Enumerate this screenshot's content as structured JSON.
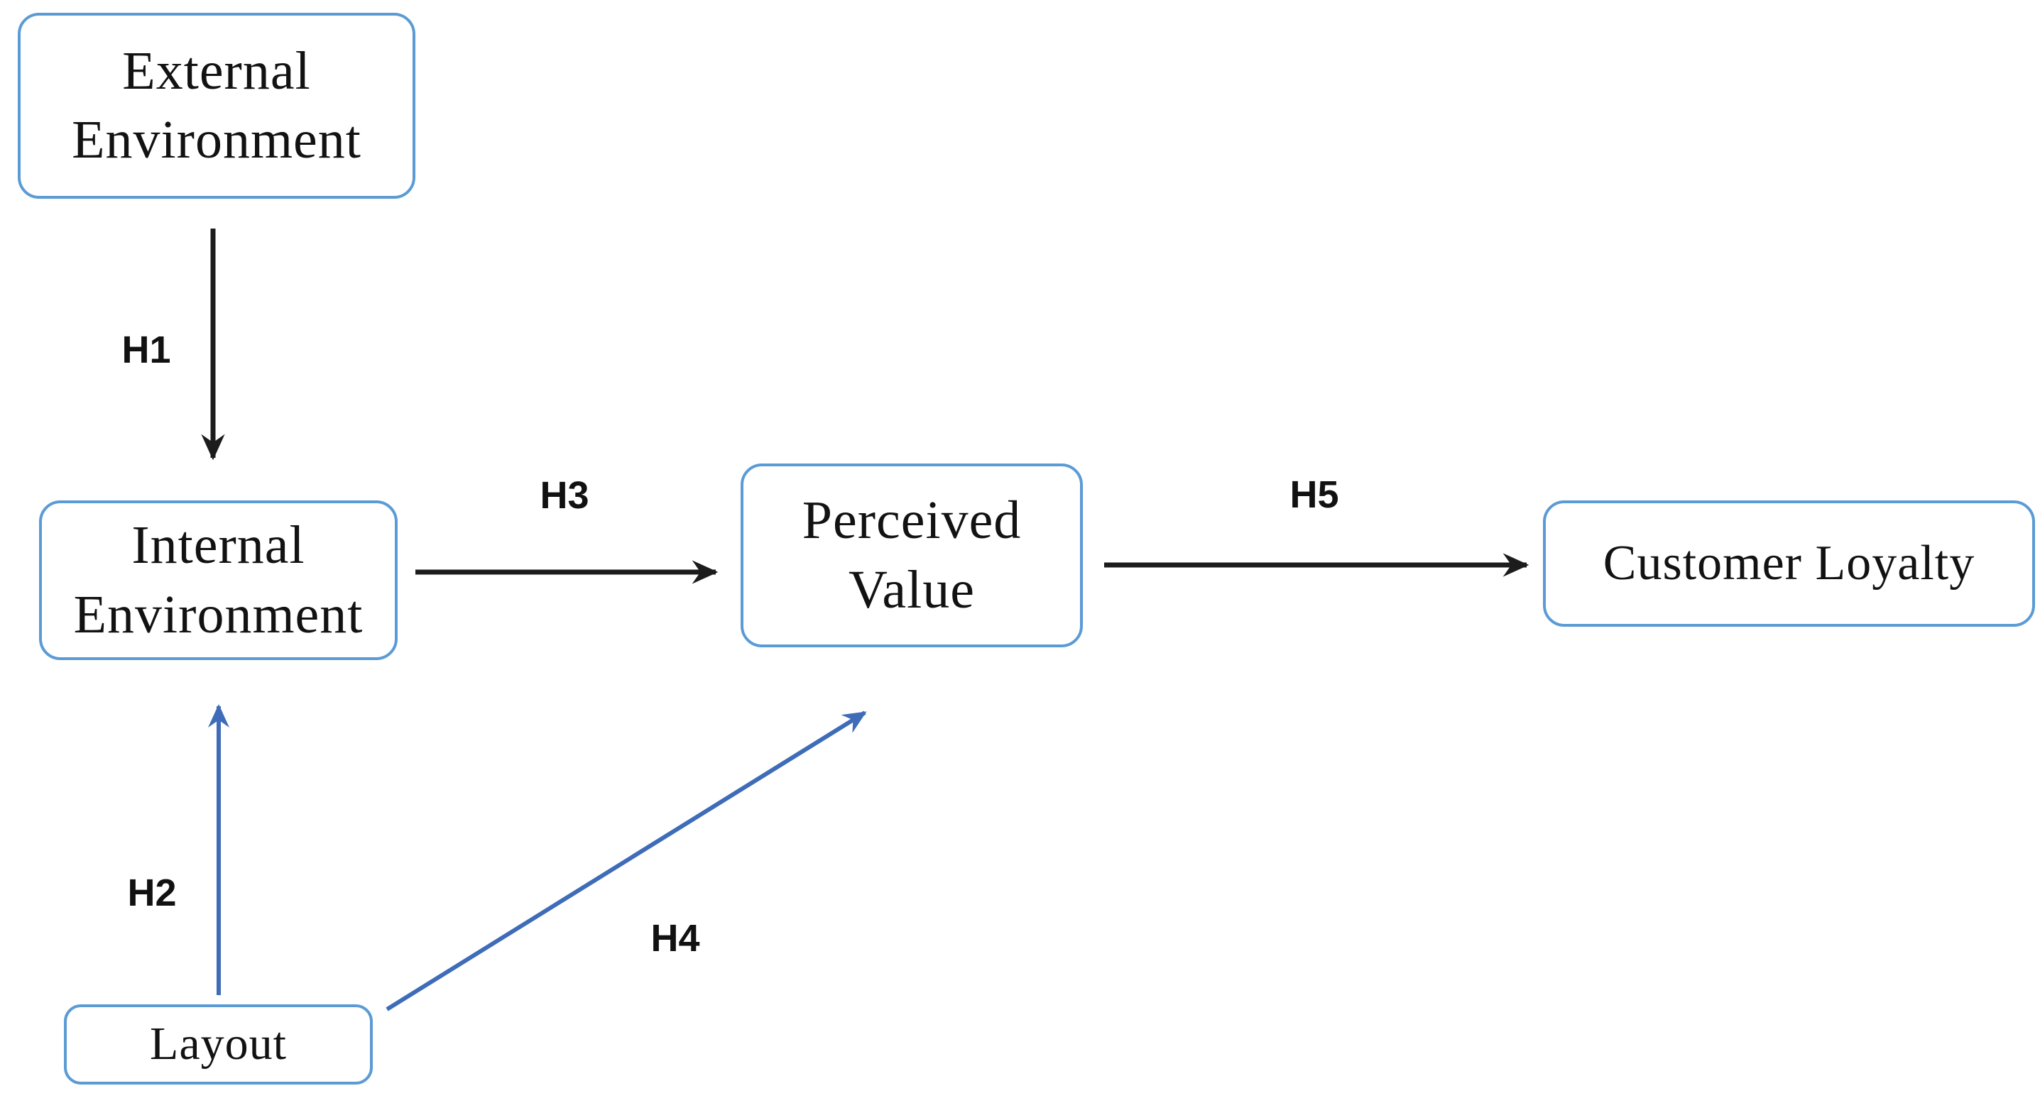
{
  "diagram": {
    "nodes": [
      {
        "id": "external-environment",
        "lines": [
          "External",
          "Environment"
        ]
      },
      {
        "id": "internal-environment",
        "lines": [
          "Internal",
          "Environment"
        ]
      },
      {
        "id": "perceived-value",
        "lines": [
          "Perceived",
          "Value"
        ]
      },
      {
        "id": "customer-loyalty",
        "lines": [
          "Customer Loyalty"
        ]
      },
      {
        "id": "layout",
        "lines": [
          "Layout"
        ]
      }
    ],
    "edges": [
      {
        "id": "h1",
        "label": "H1",
        "from": "external-environment",
        "to": "internal-environment",
        "style": "black"
      },
      {
        "id": "h2",
        "label": "H2",
        "from": "layout",
        "to": "internal-environment",
        "style": "blue"
      },
      {
        "id": "h3",
        "label": "H3",
        "from": "internal-environment",
        "to": "perceived-value",
        "style": "black"
      },
      {
        "id": "h4",
        "label": "H4",
        "from": "layout",
        "to": "perceived-value",
        "style": "blue"
      },
      {
        "id": "h5",
        "label": "H5",
        "from": "perceived-value",
        "to": "customer-loyalty",
        "style": "black"
      }
    ],
    "colors": {
      "background": "#ffffff",
      "box_border": "#5b9bd5",
      "box_fill": "#ffffff",
      "text": "#121212",
      "label_text": "#111111",
      "arrow_black": "#1c1c1c",
      "arrow_blue": "#3e6cb8"
    }
  }
}
